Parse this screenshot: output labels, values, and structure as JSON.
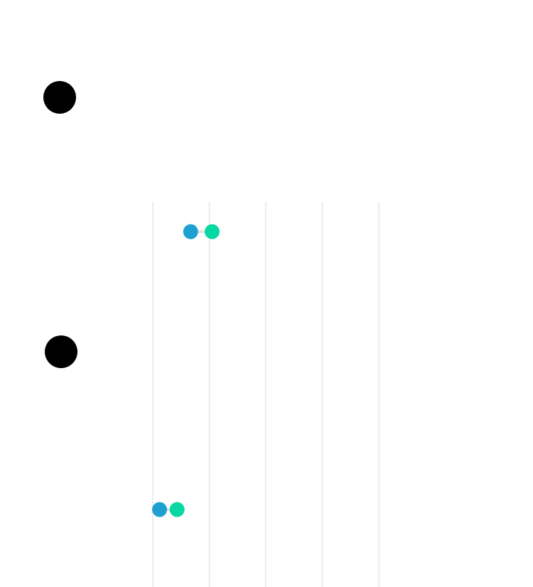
{
  "chart_data": {
    "type": "dumbbell",
    "grid": true,
    "legend": "none",
    "xlim": [
      0,
      5
    ],
    "colors": {
      "start": "#1ea0d0",
      "end": "#07d8a3",
      "connector": "#e2e2e2",
      "grid": "#e6e6e6",
      "marker": "#000000"
    },
    "rows": [
      {
        "start": 0.67,
        "end": 1.05
      },
      {
        "start": 0.12,
        "end": 0.43
      }
    ]
  }
}
